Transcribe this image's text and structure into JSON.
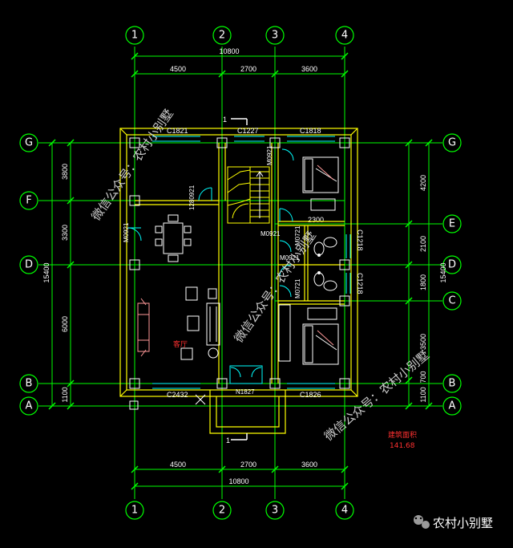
{
  "plan": {
    "axes_vertical": [
      "1",
      "2",
      "3",
      "4"
    ],
    "axes_horizontal": [
      "G",
      "F",
      "E",
      "D",
      "C",
      "B",
      "A"
    ],
    "overall_width": "10800",
    "spans_top": [
      "4500",
      "2700",
      "3600"
    ],
    "spans_bottom": [
      "4500",
      "2700",
      "3600"
    ],
    "left_dims": [
      "3800",
      "3300",
      "6000",
      "1100"
    ],
    "left_total": "15400",
    "right_dims": [
      "4200",
      "2100",
      "1800",
      "3500",
      "700",
      "1100"
    ],
    "right_total": "15400",
    "right_inner": "2300",
    "windows": [
      "C1821",
      "C1227",
      "C1818",
      "C2432",
      "C1826",
      "C1218",
      "C1218"
    ],
    "doors": [
      "M0921",
      "M0921",
      "M0921",
      "M0921",
      "M0721",
      "M0721",
      "N1827",
      "M0921"
    ],
    "stair_label": "1280921",
    "section_marker": "1",
    "area_label": "建筑面积",
    "area_value": "141.68",
    "room_label_living": "客厅",
    "watermark": "微信公众号：农村小别墅",
    "brand": "农村小别墅",
    "colors": {
      "yellow": "#ffff00",
      "green": "#00ff00",
      "cyan": "#00ffff",
      "white": "#ffffff",
      "red": "#ff3030"
    }
  }
}
